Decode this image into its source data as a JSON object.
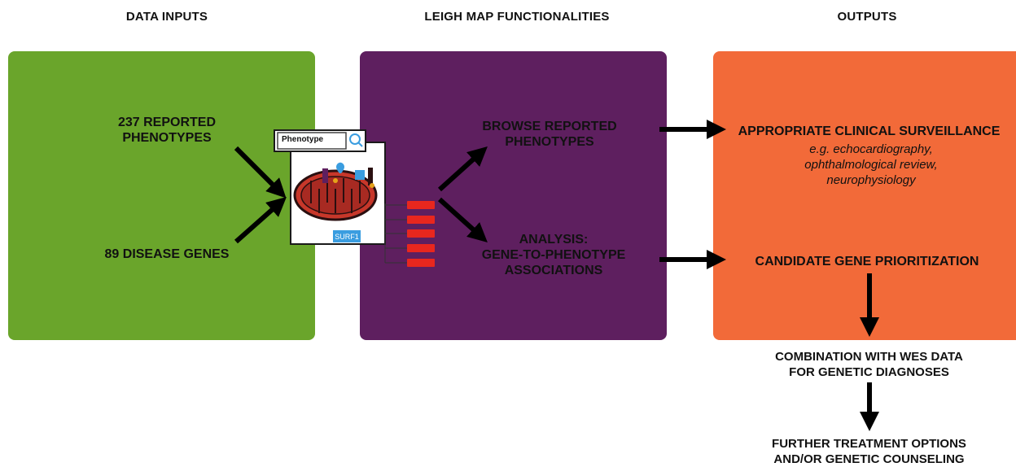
{
  "headers": {
    "inputs": "DATA INPUTS",
    "functionalities": "LEIGH MAP FUNCTIONALITIES",
    "outputs": "OUTPUTS"
  },
  "colors": {
    "inputs_panel": "#6aa52b",
    "functions_panel": "#5e1f5f",
    "outputs_panel": "#f26a39",
    "arrow": "#000000",
    "tag_red": "#e8271e",
    "gene_tag_blue": "#3a9de0"
  },
  "inputs": {
    "phenotypes": "237 REPORTED\nPHENOTYPES",
    "genes": "89 DISEASE GENES"
  },
  "functionalities": {
    "browse": "BROWSE REPORTED\nPHENOTYPES",
    "analysis": "ANALYSIS:\nGENE-TO-PHENOTYPE\nASSOCIATIONS"
  },
  "outputs": {
    "surveillance_title": "APPROPRIATE CLINICAL SURVEILLANCE",
    "surveillance_examples": "e.g. echocardiography,\nophthalmological review,\nneurophysiology",
    "prioritization": "CANDIDATE GENE PRIORITIZATION",
    "combination": "COMBINATION WITH WES DATA\nFOR GENETIC DIAGNOSES",
    "treatment": "FURTHER TREATMENT OPTIONS\nAND/OR GENETIC COUNSELING"
  },
  "illustration": {
    "search_label": "Phenotype",
    "gene_tag": "SURF1",
    "icons": [
      "search-icon",
      "mitochondrion-icon",
      "location-pin-icon"
    ]
  }
}
